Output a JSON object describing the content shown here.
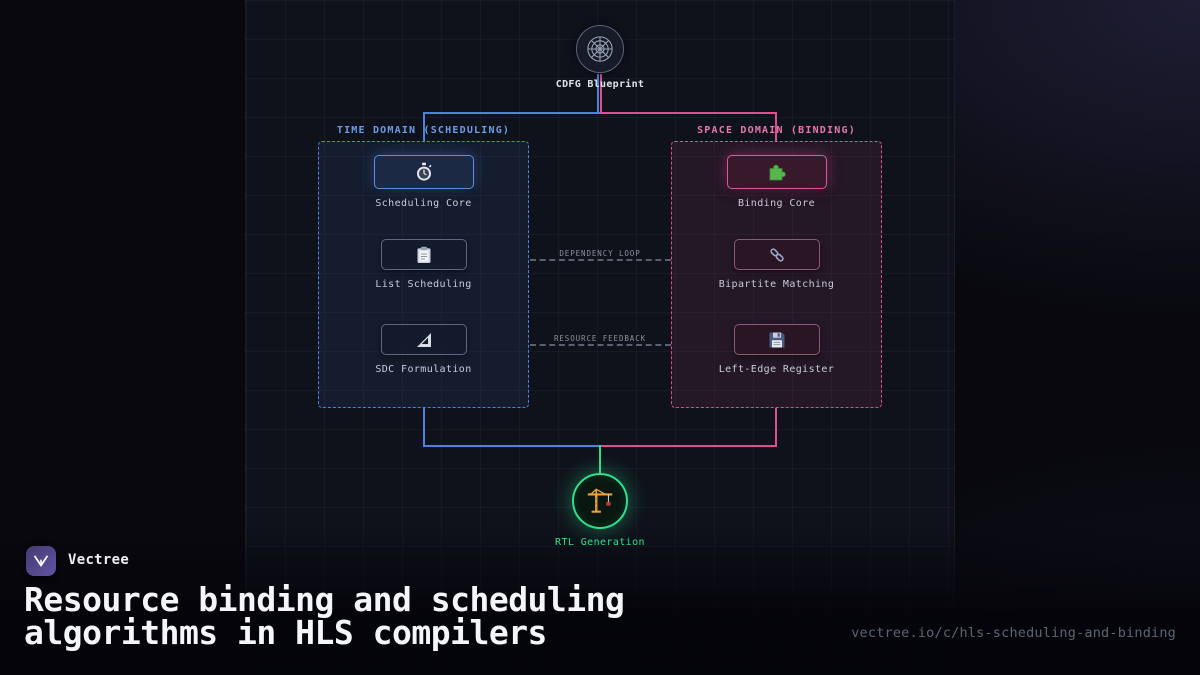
{
  "header_node": {
    "label": "CDFG Blueprint",
    "icon": "web-graph"
  },
  "time_domain": {
    "title": "TIME DOMAIN (SCHEDULING)",
    "accent": "#5b8de0",
    "items": [
      {
        "label": "Scheduling Core",
        "icon": "stopwatch",
        "highlighted": true
      },
      {
        "label": "List Scheduling",
        "icon": "clipboard",
        "highlighted": false
      },
      {
        "label": "SDC Formulation",
        "icon": "set-square",
        "highlighted": false
      }
    ]
  },
  "space_domain": {
    "title": "SPACE DOMAIN (BINDING)",
    "accent": "#e0559d",
    "items": [
      {
        "label": "Binding Core",
        "icon": "puzzle-piece",
        "highlighted": true
      },
      {
        "label": "Bipartite Matching",
        "icon": "chain-link",
        "highlighted": false
      },
      {
        "label": "Left-Edge Register",
        "icon": "floppy-disk",
        "highlighted": false
      }
    ]
  },
  "connectors": {
    "dependency": "DEPENDENCY LOOP",
    "feedback": "RESOURCE FEEDBACK"
  },
  "output_node": {
    "label": "RTL Generation",
    "icon": "construction-crane",
    "accent": "#2de08a"
  },
  "footer": {
    "brand": "Vectree",
    "title_line1": "Resource binding and scheduling",
    "title_line2": "algorithms in HLS compilers",
    "url": "vectree.io/c/hls-scheduling-and-binding"
  }
}
